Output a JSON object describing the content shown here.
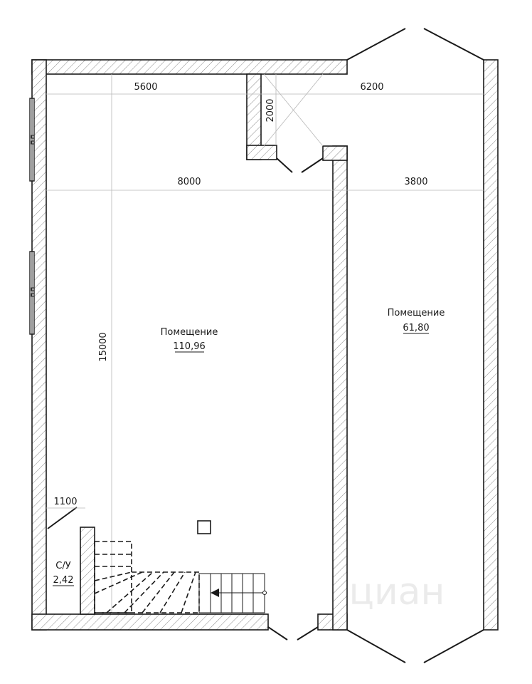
{
  "dimensions": {
    "top_left_width": "5600",
    "top_right_width": "6200",
    "middle_left_width": "8000",
    "middle_right_width": "3800",
    "vestibule_depth": "2000",
    "room_height": "15000",
    "bottom_left_width": "1100"
  },
  "rooms": {
    "main": {
      "name": "Помещение",
      "area": "110,96"
    },
    "side": {
      "name": "Помещение",
      "area": "61,80"
    },
    "wc": {
      "name": "С/У",
      "area": "2,42"
    }
  },
  "watermark": {
    "text": "циан"
  }
}
